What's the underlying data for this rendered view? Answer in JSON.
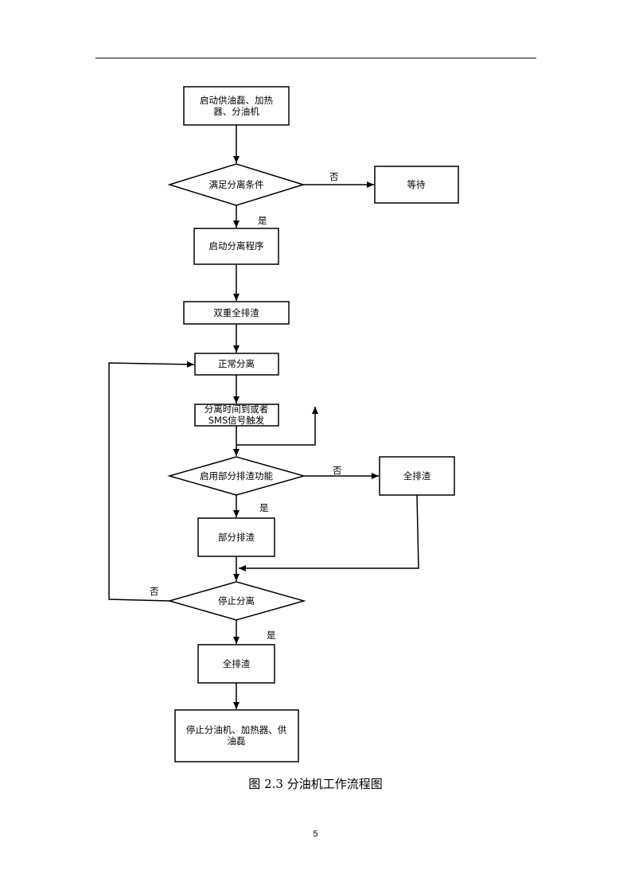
{
  "diagram": {
    "nodes": {
      "start": "启动供油磊、加热\n器、分油机",
      "cond_sep": "满足分离条件",
      "wait": "等待",
      "start_prog": "启动分离程序",
      "double_full": "双重全排渣",
      "normal_sep": "正常分离",
      "trigger": "分离时间到或者\nSMS信号触发",
      "cond_partial": "启用部分排渣功能",
      "full_discharge_1": "全排渣",
      "partial": "部分排渣",
      "cond_stop": "停止分离",
      "full_discharge_2": "全排渣",
      "stop_all": "停止分油机、加热器、供\n油磊"
    },
    "edge_labels": {
      "no1": "否",
      "yes1": "是",
      "no2": "否",
      "yes2": "是",
      "no3": "否",
      "yes3": "是"
    }
  },
  "caption": "图 2.3  分油机工作流程图",
  "page_number": "5"
}
